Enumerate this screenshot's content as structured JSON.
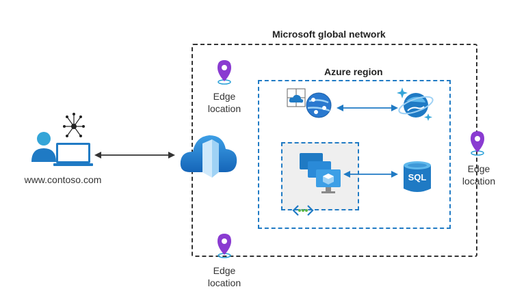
{
  "diagram": {
    "global_network": {
      "title": "Microsoft global network"
    },
    "azure_region": {
      "title": "Azure region"
    },
    "client": {
      "label": "www.contoso.com"
    },
    "edge_locations": [
      {
        "label_line1": "Edge",
        "label_line2": "location"
      },
      {
        "label_line1": "Edge",
        "label_line2": "location"
      },
      {
        "label_line1": "Edge",
        "label_line2": "location"
      }
    ],
    "sql": {
      "text": "SQL"
    },
    "icons": {
      "client": [
        "user-icon",
        "laptop-icon",
        "network-hub-icon"
      ],
      "front_door": "front-door-cloud-icon",
      "edge": "location-pin-icon",
      "app_service": "app-service-icon",
      "cosmos": "cosmos-db-icon",
      "vm": "virtual-machines-icon",
      "sql": "sql-database-icon",
      "vnet": "virtual-network-icon"
    },
    "colors": {
      "azure_blue": "#1f7ac4",
      "edge_purple": "#8a3bd1",
      "arrow_dark": "#333333"
    }
  }
}
